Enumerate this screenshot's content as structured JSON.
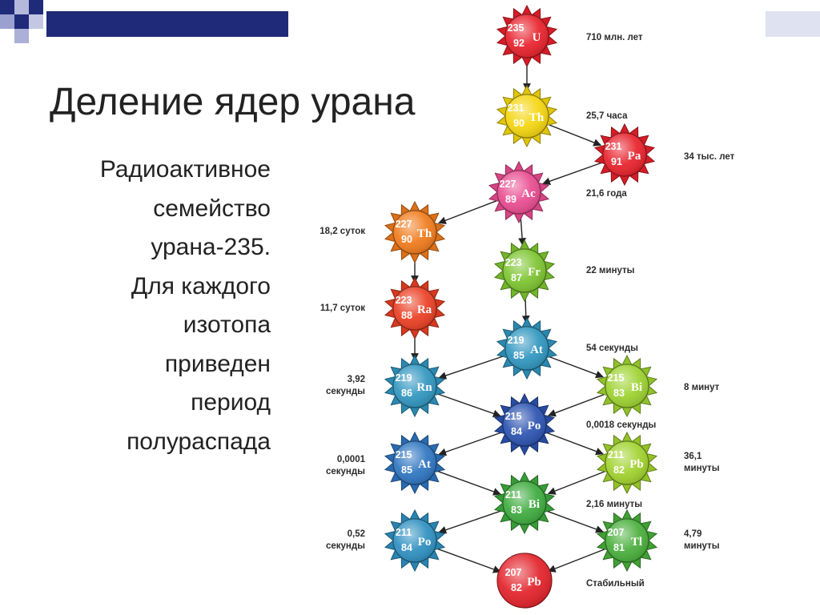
{
  "slide": {
    "title": "Деление ядер урана",
    "body": "Радиоактивное\nсемейство\nурана-235.\nДля каждого\nизотопа\nприведен\nпериод\nполураспада"
  },
  "diagram": {
    "nuclides": [
      {
        "id": "u235",
        "mass": "235",
        "number": "92",
        "symbol": "U",
        "color": "#e8202a",
        "half_life": [
          "710 млн. лет"
        ]
      },
      {
        "id": "th231",
        "mass": "231",
        "number": "90",
        "symbol": "Th",
        "color": "#f4d50c",
        "half_life": [
          "25,7 часа"
        ]
      },
      {
        "id": "pa231",
        "mass": "231",
        "number": "91",
        "symbol": "Pa",
        "color": "#e8202a",
        "half_life": [
          "34 тыс. лет"
        ]
      },
      {
        "id": "ac227",
        "mass": "227",
        "number": "89",
        "symbol": "Ac",
        "color": "#e94b8f",
        "half_life": [
          "21,6 года"
        ]
      },
      {
        "id": "th227",
        "mass": "227",
        "number": "90",
        "symbol": "Th",
        "color": "#f07a1a",
        "half_life": [
          "18,2 суток"
        ]
      },
      {
        "id": "fr223",
        "mass": "223",
        "number": "87",
        "symbol": "Fr",
        "color": "#7cc42e",
        "half_life": [
          "22 минуты"
        ]
      },
      {
        "id": "ra223",
        "mass": "223",
        "number": "88",
        "symbol": "Ra",
        "color": "#ea3e22",
        "half_life": [
          "11,7 суток"
        ]
      },
      {
        "id": "at219",
        "mass": "219",
        "number": "85",
        "symbol": "At",
        "color": "#2f95bf",
        "half_life": [
          "54 секунды"
        ]
      },
      {
        "id": "rn219",
        "mass": "219",
        "number": "86",
        "symbol": "Rn",
        "color": "#2f95bf",
        "half_life": [
          "3,92",
          "секунды"
        ]
      },
      {
        "id": "bi215",
        "mass": "215",
        "number": "83",
        "symbol": "Bi",
        "color": "#9cd22e",
        "half_life": [
          "8 минут"
        ]
      },
      {
        "id": "po215",
        "mass": "215",
        "number": "84",
        "symbol": "Po",
        "color": "#2a52b0",
        "half_life": [
          "0,0018 секунды"
        ]
      },
      {
        "id": "at215",
        "mass": "215",
        "number": "85",
        "symbol": "At",
        "color": "#2d74c0",
        "half_life": [
          "0,0001",
          "секунды"
        ]
      },
      {
        "id": "pb211",
        "mass": "211",
        "number": "82",
        "symbol": "Pb",
        "color": "#a0d22c",
        "half_life": [
          "36,1",
          "минуты"
        ]
      },
      {
        "id": "bi211",
        "mass": "211",
        "number": "83",
        "symbol": "Bi",
        "color": "#3caa3c",
        "half_life": [
          "2,16 минуты"
        ]
      },
      {
        "id": "po211",
        "mass": "211",
        "number": "84",
        "symbol": "Po",
        "color": "#2d8fc0",
        "half_life": [
          "0,52",
          "секунды"
        ]
      },
      {
        "id": "tl207",
        "mass": "207",
        "number": "81",
        "symbol": "Tl",
        "color": "#48ae3a",
        "half_life": [
          "4,79",
          "минуты"
        ]
      },
      {
        "id": "pb207",
        "mass": "207",
        "number": "82",
        "symbol": "Pb",
        "color": "#e22028",
        "half_life": [
          "Стабильный"
        ]
      }
    ],
    "decays": [
      [
        "u235",
        "th231"
      ],
      [
        "th231",
        "pa231"
      ],
      [
        "pa231",
        "ac227"
      ],
      [
        "ac227",
        "th227"
      ],
      [
        "ac227",
        "fr223"
      ],
      [
        "th227",
        "ra223"
      ],
      [
        "fr223",
        "at219"
      ],
      [
        "ra223",
        "rn219"
      ],
      [
        "at219",
        "rn219"
      ],
      [
        "at219",
        "bi215"
      ],
      [
        "rn219",
        "po215"
      ],
      [
        "bi215",
        "po215"
      ],
      [
        "po215",
        "at215"
      ],
      [
        "po215",
        "pb211"
      ],
      [
        "at215",
        "bi211"
      ],
      [
        "pb211",
        "bi211"
      ],
      [
        "bi211",
        "po211"
      ],
      [
        "bi211",
        "tl207"
      ],
      [
        "po211",
        "pb207"
      ],
      [
        "tl207",
        "pb207"
      ]
    ]
  }
}
